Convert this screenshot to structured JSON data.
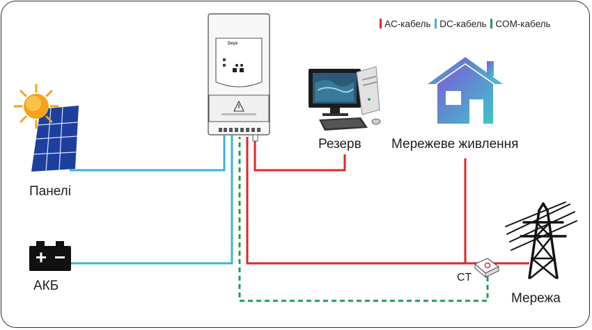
{
  "legend": {
    "ac_label": "AC-кабель",
    "dc_label": "DC-кабель",
    "com_label": "COM-кабель"
  },
  "labels": {
    "panels": "Панелі",
    "battery": "АКБ",
    "backup": "Резерв",
    "grid_power": "Мережеве живлення",
    "grid": "Мережа",
    "ct": "CT"
  },
  "inverter": {
    "brand": "Deye"
  },
  "colors": {
    "ac": "#e0262b",
    "dc": "#3bb4d6",
    "com": "#1f9a5a"
  }
}
